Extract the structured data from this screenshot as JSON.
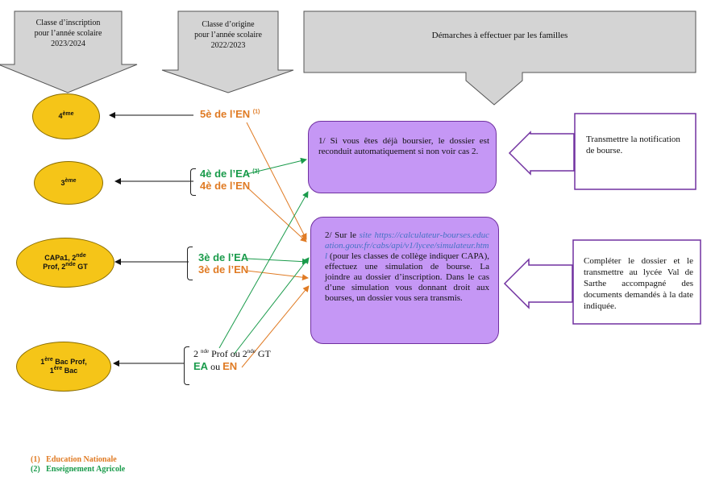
{
  "headers": {
    "inscription": {
      "line1": "Classe d’inscription",
      "line2": "pour l’année scolaire",
      "line3": "2023/2024"
    },
    "origine": {
      "line1": "Classe d’origine",
      "line2": "pour l’année scolaire",
      "line3": "2022/2023"
    },
    "demarches": "Démarches à effectuer par les familles"
  },
  "classes": {
    "c4": {
      "base": "4",
      "sup": "ème"
    },
    "c3": {
      "base": "3",
      "sup": "ème"
    },
    "capa": {
      "l1a": "CAPa1, 2",
      "l1sup": "nde",
      "l2a": "Prof, 2",
      "l2sup": "nde",
      "l2b": " GT"
    },
    "bac": {
      "l1a": "1",
      "l1sup": "ère",
      "l1b": " Bac Prof,",
      "l2a": "1",
      "l2sup": "ère",
      "l2b": " Bac"
    }
  },
  "origins": {
    "o1": {
      "text": "5è de l’EN",
      "sup": "(1)"
    },
    "o2a": {
      "text": "4è de l’EA",
      "sup": "(2)"
    },
    "o2b": {
      "text": "4è de l’EN"
    },
    "o3a": "3è de l’EA",
    "o3b": "3è de l’EN",
    "o4": {
      "l1a": "2 ",
      "l1sup1": "nde",
      "l1b": " Prof ou 2",
      "l1sup2": "nde",
      "l1c": " GT",
      "ea": "EA",
      "ou": " ou ",
      "en": "EN"
    }
  },
  "boxes": {
    "box1": "1/ Si vous êtes déjà boursier, le dossier est reconduit automatiquement si non voir cas 2.",
    "box2_pre": "2/ Sur le ",
    "box2_link": "site https://calculateur-bourses.education.gouv.fr/cabs/api/v1/lycee/simulateur.html",
    "box2_post": " (pour les classes de collège indiquer CAPA), effectuez une simulation de bourse. La joindre au dossier d’inscription. Dans le cas d’une simulation vous donnant droit aux bourses, un dossier vous sera transmis."
  },
  "side": {
    "s1": "Transmettre la notification de bourse.",
    "s2": "Compléter le dossier et le transmettre au lycée Val de Sarthe accompagné des documents demandés à la date indiquée."
  },
  "legend": {
    "l1": "(1)   Education Nationale",
    "l2": "(2)   Enseignement Agricole"
  },
  "colors": {
    "orange": "#e07b24",
    "green": "#1a9b4b",
    "purple_fill": "#c597f5",
    "purple_border": "#7030a0",
    "yellow": "#f5c518",
    "gray": "#d4d4d4"
  }
}
